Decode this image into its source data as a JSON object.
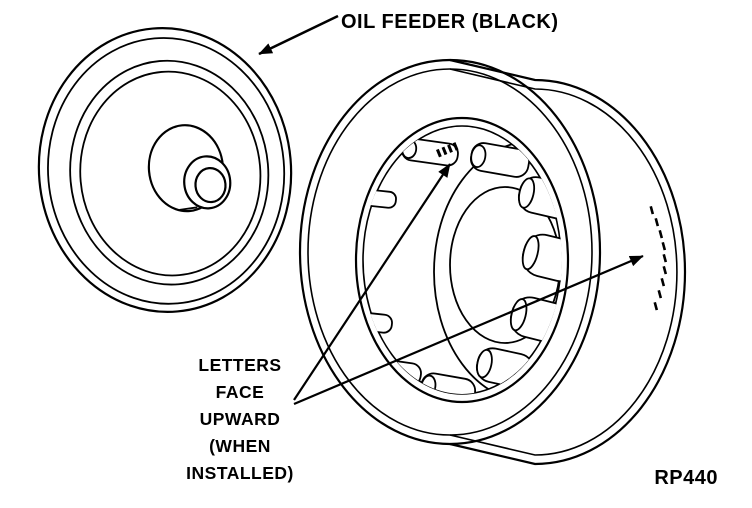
{
  "diagram": {
    "type": "technical-illustration",
    "background_color": "#ffffff",
    "line_color": "#000000",
    "labels": {
      "oil_feeder": "OIL FEEDER (BLACK)",
      "letters_note_lines": [
        "LETTERS",
        "FACE",
        "UPWARD",
        "(WHEN",
        "INSTALLED)"
      ],
      "reference_code": "RP440"
    }
  }
}
